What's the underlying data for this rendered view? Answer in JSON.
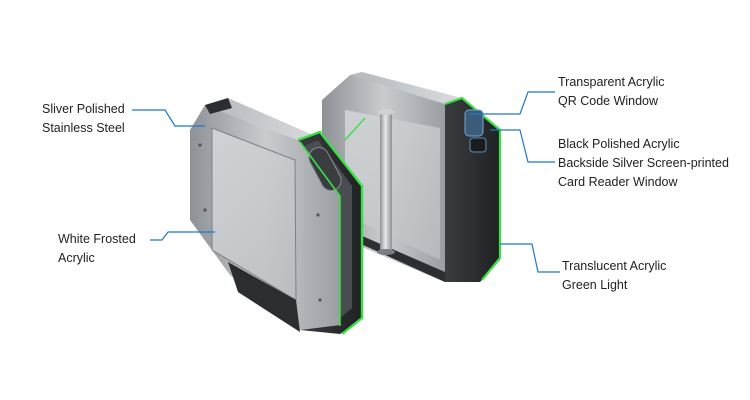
{
  "callouts": {
    "steel": {
      "lines": [
        "Sliver Polished",
        "Stainless Steel"
      ]
    },
    "frosted": {
      "lines": [
        "White Frosted",
        "Acrylic"
      ]
    },
    "qr": {
      "lines": [
        "Transparent Acrylic",
        "QR Code Window"
      ]
    },
    "black": {
      "lines": [
        "Black Polished Acrylic",
        "Backside Silver Screen-printed",
        "Card Reader Window"
      ]
    },
    "light": {
      "lines": [
        "Translucent Acrylic",
        "Green Light"
      ]
    }
  },
  "colors": {
    "leader_line": "#1e78c8",
    "led_green": "#39e043",
    "steel": "#a9adb1",
    "dark_panel": "#2b2d30"
  }
}
